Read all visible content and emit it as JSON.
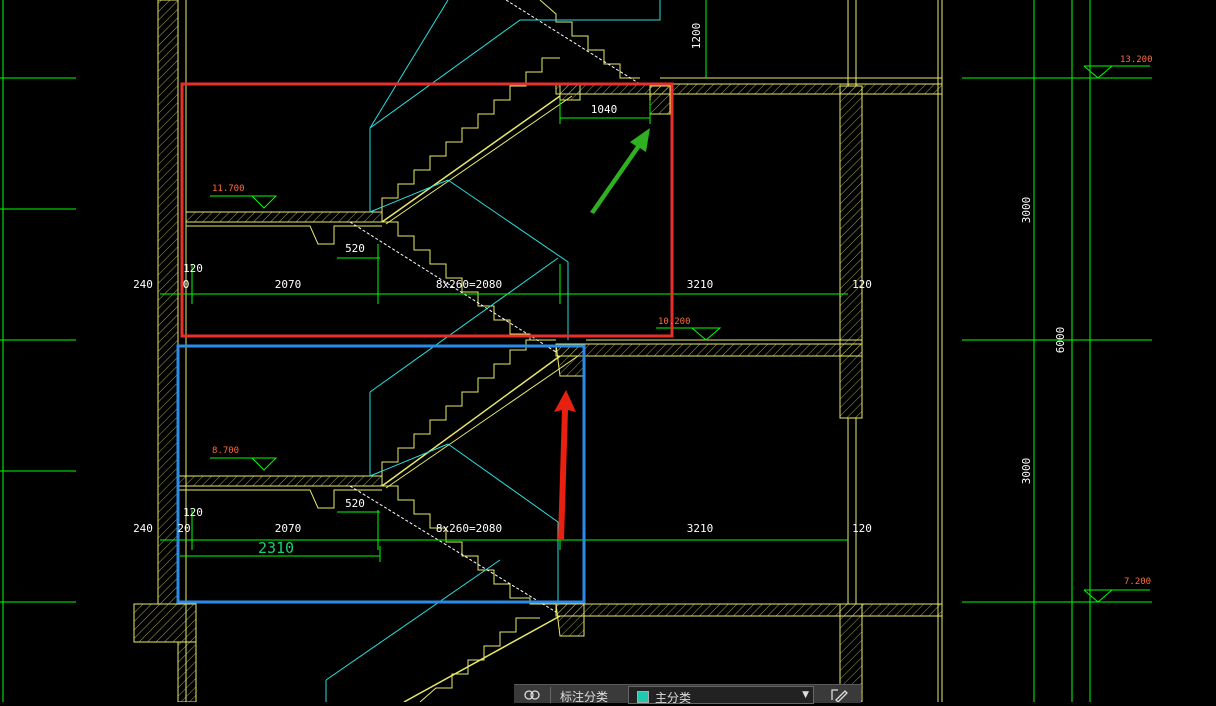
{
  "colors": {
    "background": "#000000",
    "wall": "#e8e86a",
    "grid": "#00ff00",
    "text": "#ffffff",
    "cyan": "#28e0e0",
    "elevation_text": "#ff6b3a",
    "box_red": "#e8302a",
    "box_blue": "#2a8ce8",
    "arrow_green": "#2fb020",
    "arrow_red": "#e82010",
    "dim_2310": "#19d26a"
  },
  "drawing": {
    "dims": {
      "top_vertical": "1200",
      "landing_width": "1040",
      "lower_landing_width": "520",
      "upper_offset_left": "240",
      "upper_wall_120": "120",
      "upper_zero": "0",
      "upper_run_2070": "2070",
      "upper_flight": "8x260=2080",
      "upper_span_3210": "3210",
      "upper_right_120": "120",
      "lower_landing_520": "520",
      "lower_offset_left": "240",
      "lower_wall_120": "120",
      "lower_twenty": "20",
      "lower_run_2070": "2070",
      "lower_flight": "8x260=2080",
      "lower_span_3210": "3210",
      "lower_right_120": "120",
      "new_length": "2310",
      "right_3000_top": "3000",
      "right_6000": "6000",
      "right_3000_bottom": "3000"
    },
    "elevations": {
      "top_right": "13.200",
      "upper_landing": "11.700",
      "mid_floor": "10.200",
      "lower_landing": "8.700",
      "bottom_right": "7.200"
    }
  },
  "toolbar": {
    "icon": "layers-icon",
    "label": "标注分类",
    "select_value": "主分类",
    "edit_icon": "edit-icon"
  }
}
